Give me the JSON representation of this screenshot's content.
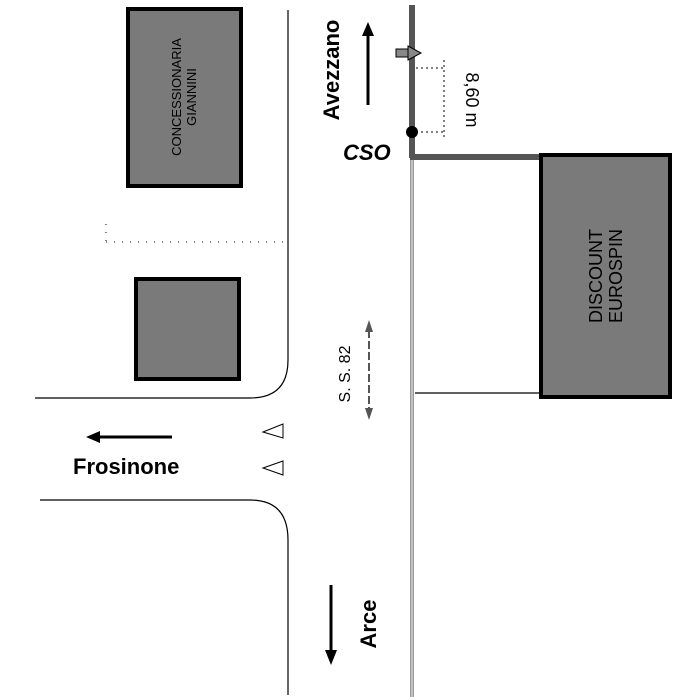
{
  "labels": {
    "concessionaria": [
      "CONCESSIONARIA",
      "GIANNINI"
    ],
    "discount": [
      "DISCOUNT",
      "EUROSPIN"
    ],
    "avezzano": "Avezzano",
    "distance": "8,60 m",
    "cso": "CSO",
    "road": "S. S. 82",
    "frosinone": "Frosinone",
    "arce": "Arce"
  },
  "colors": {
    "building_fill": "#7a7a7a",
    "building_stroke": "#000000",
    "main_line": "#555555",
    "thin_line": "#aaaaaa",
    "road_edge": "#000000",
    "arrow": "#000000"
  }
}
